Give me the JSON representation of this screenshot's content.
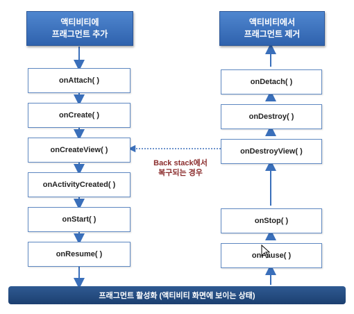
{
  "left": {
    "header": "액티비티에\n프래그먼트 추가",
    "steps": [
      "onAttach( )",
      "onCreate( )",
      "onCreateView( )",
      "onActivityCreated( )",
      "onStart( )",
      "onResume( )"
    ]
  },
  "right": {
    "header": "액티비티에서\n프래그먼트 제거",
    "steps": [
      "onDetach( )",
      "onDestroy( )",
      "onDestroyView( )",
      "onStop( )",
      "onPause( )"
    ]
  },
  "note": "Back stack에서\n복구되는 경우",
  "active_bar": "프래그먼트 활성화 (액티비티 화면에 보이는 상태)",
  "colors": {
    "header_blue": "#3a6fba",
    "box_border": "#5d87c1",
    "bar_navy": "#234a80",
    "note_red": "#8b2d2d",
    "arrow_blue": "#3a6fba"
  },
  "icons": [
    "mouse-cursor-icon"
  ]
}
